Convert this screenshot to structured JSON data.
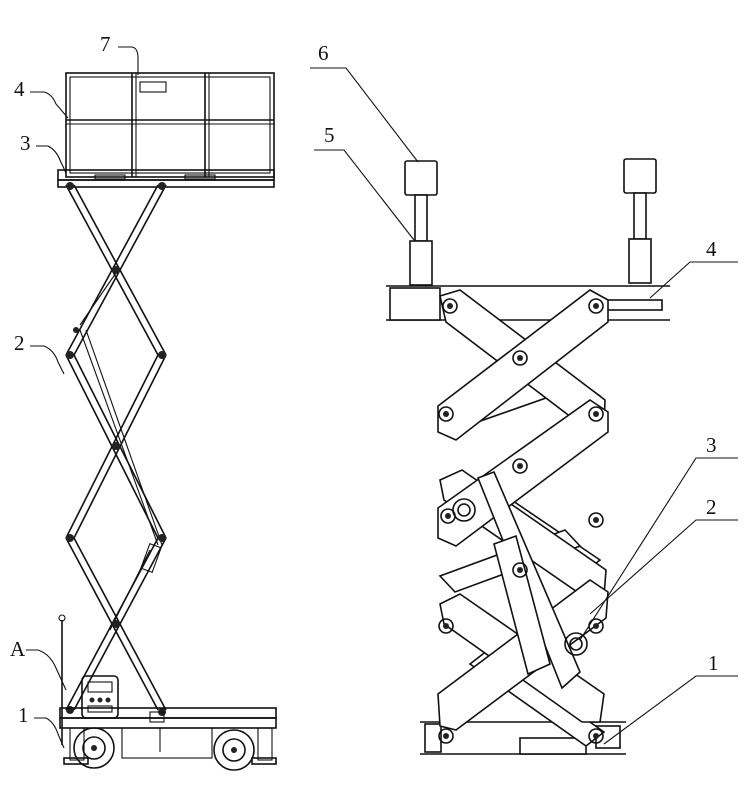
{
  "left_view": {
    "labels": {
      "guardrail_tag": "7",
      "platform_tag": "4",
      "platform_base_tag": "3",
      "scissor_arms_tag": "2",
      "detail_tag": "A",
      "chassis_tag": "1"
    }
  },
  "right_view": {
    "labels": {
      "top_cylinder_tag": "6",
      "cylinder_rod_tag": "5",
      "platform_tag": "4",
      "lift_cylinder_tag": "3",
      "arm_tag": "2",
      "base_tag": "1"
    }
  }
}
